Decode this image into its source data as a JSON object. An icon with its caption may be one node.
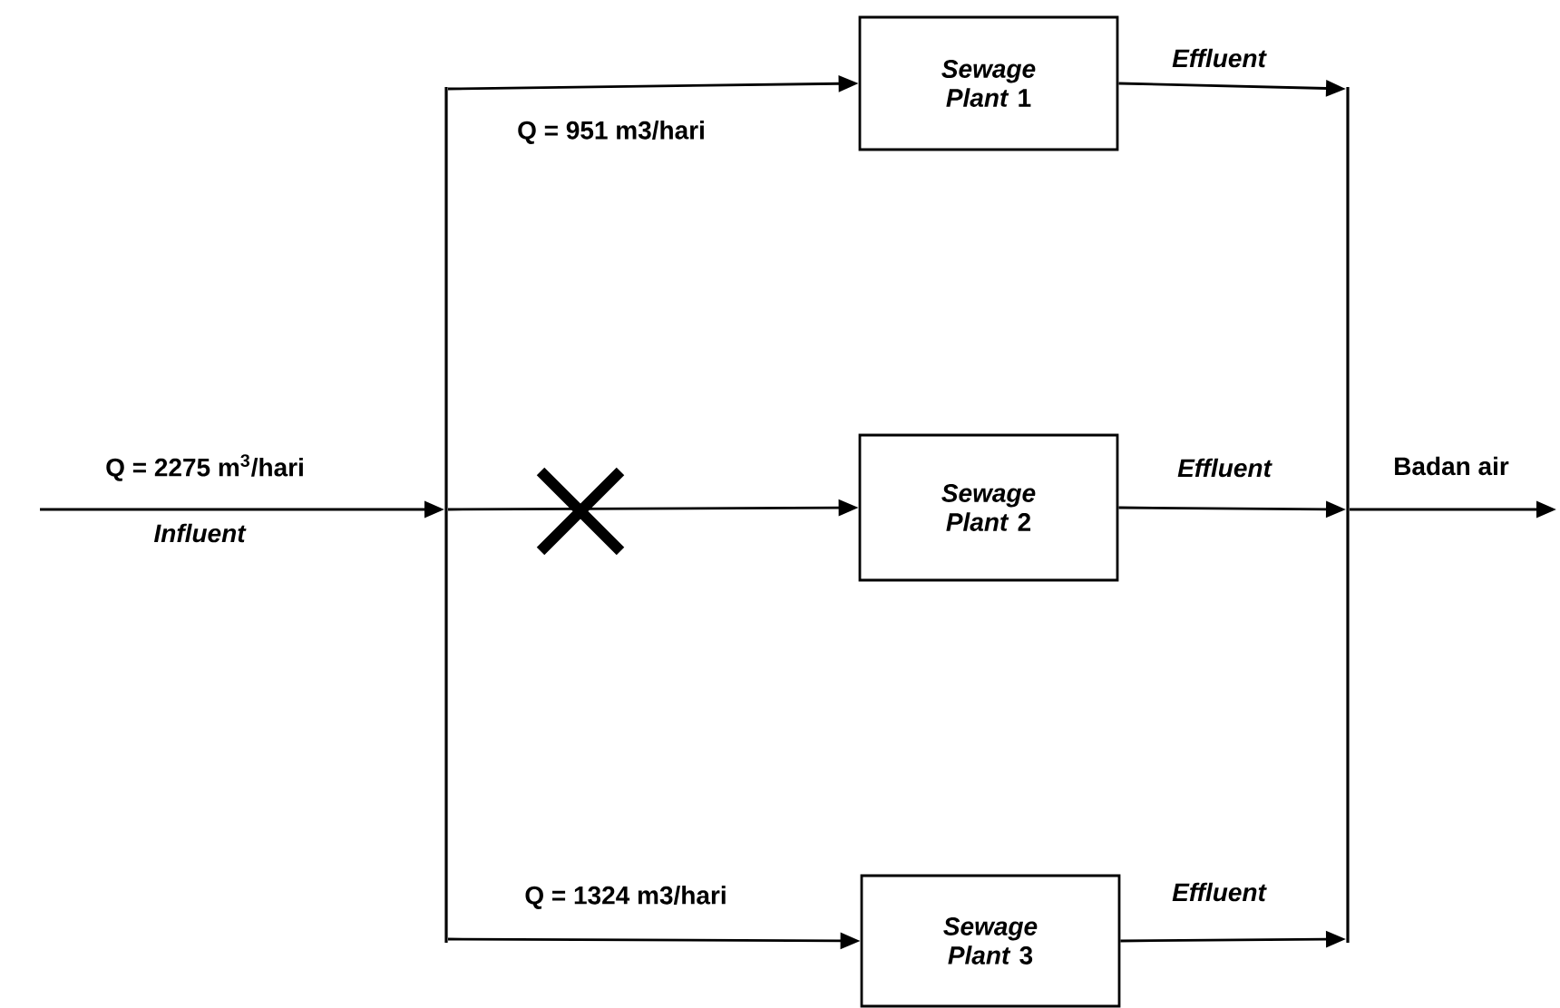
{
  "diagram": {
    "nodes": [
      {
        "text": [
          "*Sewage Plant* 1"
        ]
      },
      {
        "text": [
          "*Sewage Plant* 2"
        ]
      },
      {
        "text": [
          "*Sewage Plant* 3"
        ]
      },
      {
        "text": [],
        "shape": "bar"
      },
      {
        "text": [],
        "shape": "bar"
      }
    ],
    "edges": [
      {
        "from": null,
        "to": 3,
        "arrow": "to",
        "label": "Influent"
      },
      {
        "from": 3,
        "to": 0,
        "arrow": "to",
        "label": "Q =  951 m3/hari"
      },
      {
        "from": 3,
        "to": 1,
        "arrow": "to"
      },
      {
        "from": 3,
        "to": 2,
        "arrow": "to",
        "label": "Q = 1324 m3/hari"
      },
      {
        "from": 0,
        "to": 4,
        "arrow": "to",
        "label": "Effluent"
      },
      {
        "from": 1,
        "to": 4,
        "arrow": "to",
        "label": "Effluent"
      },
      {
        "from": 2,
        "to": 4,
        "arrow": "to",
        "label": "Effluent"
      },
      {
        "from": 4,
        "to": null,
        "arrow": "to",
        "label": "Badan air"
      }
    ],
    "labels": [
      "Q =  2275 m$^{3}$/hari"
    ]
  }
}
